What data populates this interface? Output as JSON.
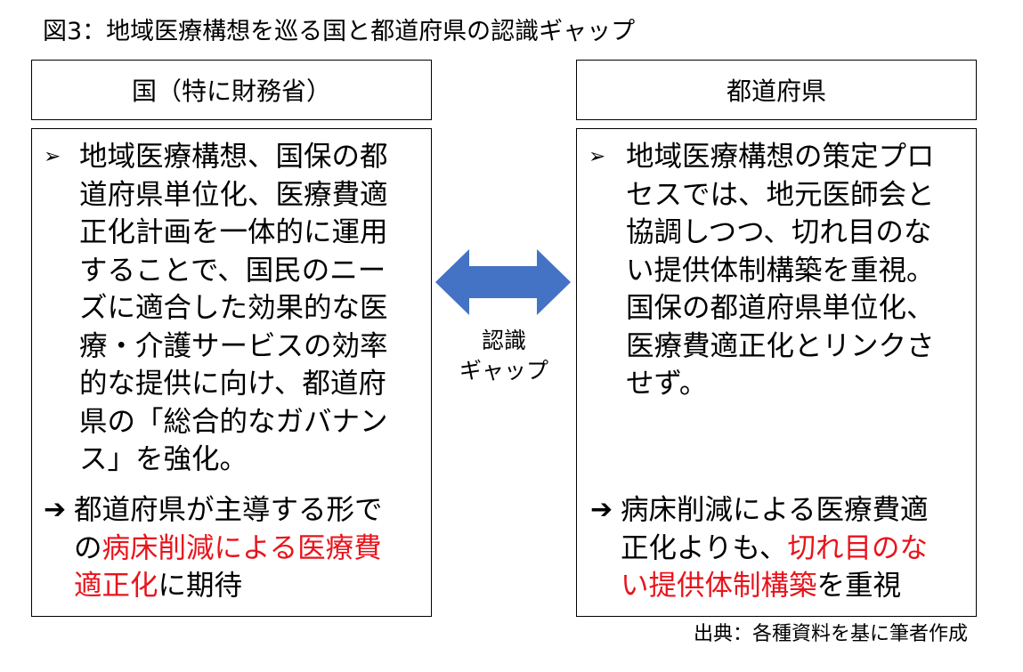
{
  "title": "図3：地域医療構想を巡る国と都道府県の認識ギャップ",
  "left": {
    "header": "国（特に財務省）",
    "bullet": "➢",
    "lines": [
      "地域医療構想、国保の都",
      "道府県単位化、医療費適",
      "正化計画を一体的に運用",
      "することで、国民のニー",
      "ズに適合した効果的な医",
      "療・介護サービスの効率",
      "的な提供に向け、都道府",
      "県の「総合的なガバナン",
      "ス」を強化。"
    ],
    "conclusion_arrow": "➔",
    "conclusion_line1": "都道府県が主導する形で",
    "conclusion_line2_a": "の",
    "conclusion_line2_red": "病床削減による医療費",
    "conclusion_line3_red": "適正化",
    "conclusion_line3_b": "に期待"
  },
  "right": {
    "header": "都道府県",
    "bullet": "➢",
    "lines": [
      "地域医療構想の策定プロ",
      "セスでは、地元医師会と",
      "協調しつつ、切れ目のな",
      "い提供体制構築を重視。",
      "国保の都道府県単位化、",
      "医療費適正化とリンクさ",
      "せず。"
    ],
    "conclusion_arrow": "➔",
    "conclusion_line1": "病床削減による医療費適",
    "conclusion_line2_a": "正化よりも、",
    "conclusion_line2_red": "切れ目のな",
    "conclusion_line3_red": "い提供体制構築",
    "conclusion_line3_b": "を重視"
  },
  "gap": {
    "label_line1": "認識",
    "label_line2": "ギャップ",
    "arrow_color": "#4472c4"
  },
  "source": "出典：各種資料を基に筆者作成",
  "colors": {
    "emphasis": "#e8141c",
    "border": "#000000"
  }
}
